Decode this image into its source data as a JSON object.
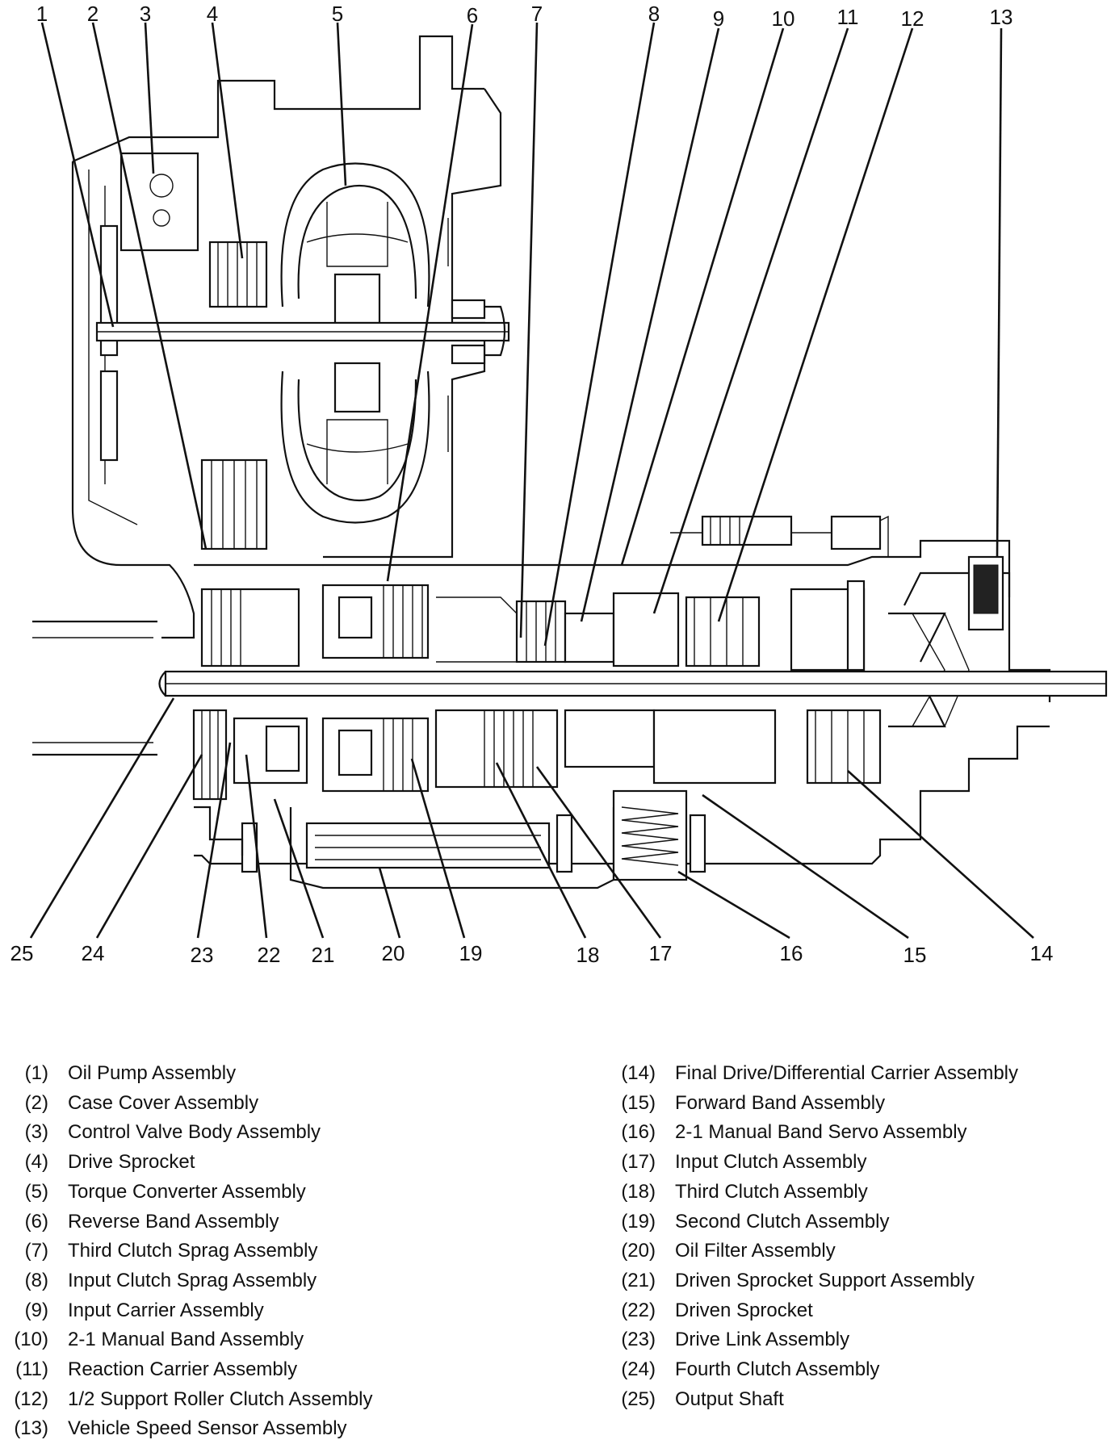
{
  "top_callouts": [
    "1",
    "2",
    "3",
    "4",
    "5",
    "6",
    "7",
    "8",
    "9",
    "10",
    "11",
    "12",
    "13"
  ],
  "bottom_callouts": [
    "25",
    "24",
    "23",
    "22",
    "21",
    "20",
    "19",
    "18",
    "17",
    "16",
    "15",
    "14"
  ],
  "legend_left": [
    {
      "code": "(1)",
      "label": "Oil Pump Assembly"
    },
    {
      "code": "(2)",
      "label": "Case Cover Assembly"
    },
    {
      "code": "(3)",
      "label": "Control Valve Body Assembly"
    },
    {
      "code": "(4)",
      "label": "Drive Sprocket"
    },
    {
      "code": "(5)",
      "label": "Torque Converter Assembly"
    },
    {
      "code": "(6)",
      "label": "Reverse Band Assembly"
    },
    {
      "code": "(7)",
      "label": "Third Clutch Sprag Assembly"
    },
    {
      "code": "(8)",
      "label": "Input Clutch Sprag Assembly"
    },
    {
      "code": "(9)",
      "label": "Input Carrier Assembly"
    },
    {
      "code": "(10)",
      "label": "2-1 Manual Band Assembly"
    },
    {
      "code": "(11)",
      "label": "Reaction Carrier Assembly"
    },
    {
      "code": "(12)",
      "label": "1/2 Support Roller Clutch Assembly"
    },
    {
      "code": "(13)",
      "label": "Vehicle Speed Sensor Assembly"
    }
  ],
  "legend_right": [
    {
      "code": "(14)",
      "label": "Final Drive/Differential Carrier Assembly"
    },
    {
      "code": "(15)",
      "label": "Forward Band Assembly"
    },
    {
      "code": "(16)",
      "label": "2-1 Manual Band Servo Assembly"
    },
    {
      "code": "(17)",
      "label": "Input Clutch Assembly"
    },
    {
      "code": "(18)",
      "label": "Third Clutch Assembly"
    },
    {
      "code": "(19)",
      "label": "Second Clutch Assembly"
    },
    {
      "code": "(20)",
      "label": "Oil Filter Assembly"
    },
    {
      "code": "(21)",
      "label": "Driven Sprocket Support Assembly"
    },
    {
      "code": "(22)",
      "label": "Driven Sprocket"
    },
    {
      "code": "(23)",
      "label": "Drive Link Assembly"
    },
    {
      "code": "(24)",
      "label": "Fourth Clutch Assembly"
    },
    {
      "code": "(25)",
      "label": "Output Shaft"
    }
  ]
}
